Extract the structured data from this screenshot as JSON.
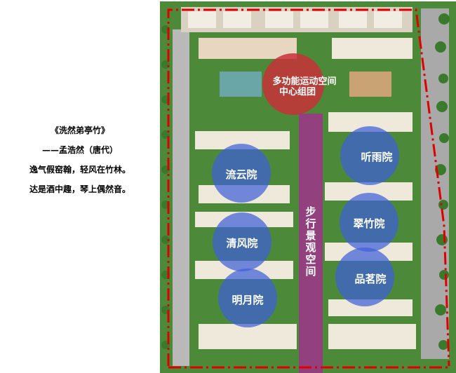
{
  "poem": {
    "title": "《洗然弟亭竹》",
    "author": "——孟浩然（唐代）",
    "line1": "逸气假窑翰，轻风在竹林。",
    "line2": "达是酒中趣，琴上偶然音。"
  },
  "map": {
    "center_label_1": "多功能运动空间",
    "center_label_2": "中心组团",
    "walkway_chars": [
      "步",
      "行",
      "景",
      "观",
      "空",
      "间"
    ],
    "courtyards": {
      "tingyu": "听雨院",
      "liuyun": "流云院",
      "cuizhu": "翠竹院",
      "qingfeng": "清风院",
      "pinming": "品茗院",
      "mingyue": "明月院"
    },
    "colors": {
      "courtyard_circle": "#3f5fd8",
      "center_circle": "#c8303a",
      "walkway": "#a0338c",
      "boundary": "#e00000",
      "lawn": "#4f8f3a",
      "building": "#efe9dc",
      "road": "#b9b9b9"
    }
  }
}
